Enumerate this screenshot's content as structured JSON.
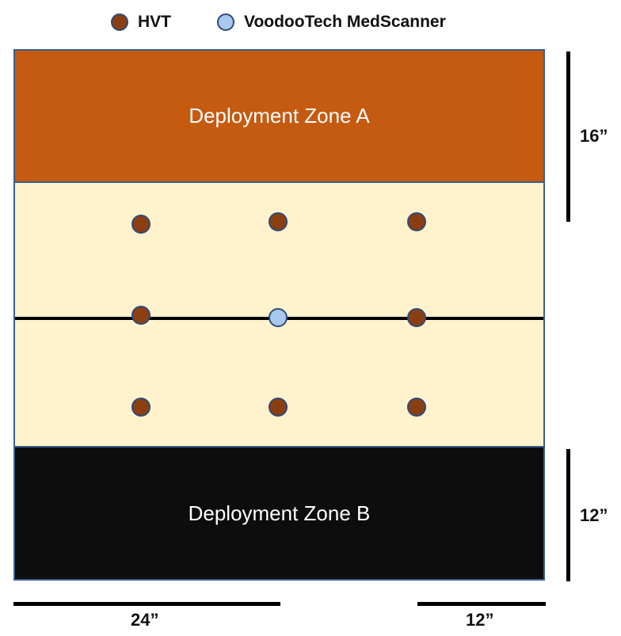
{
  "colors": {
    "hvt": "#8b3f10",
    "medscanner": "#a9c8ee",
    "zone_a": "#c55a11",
    "zone_b": "#0d0d0d",
    "board": "#fff2cc"
  },
  "legend": {
    "hvt_label": "HVT",
    "medscanner_label": "VoodooTech MedScanner"
  },
  "zones": {
    "a_label": "Deployment Zone A",
    "b_label": "Deployment Zone B"
  },
  "measurements": {
    "zone_a_depth": "16”",
    "zone_b_depth": "12”",
    "width_left": "24”",
    "width_right": "12”"
  },
  "markers": [
    {
      "type": "hvt"
    },
    {
      "type": "hvt"
    },
    {
      "type": "hvt"
    },
    {
      "type": "hvt"
    },
    {
      "type": "medscanner"
    },
    {
      "type": "hvt"
    },
    {
      "type": "hvt"
    },
    {
      "type": "hvt"
    },
    {
      "type": "hvt"
    }
  ]
}
